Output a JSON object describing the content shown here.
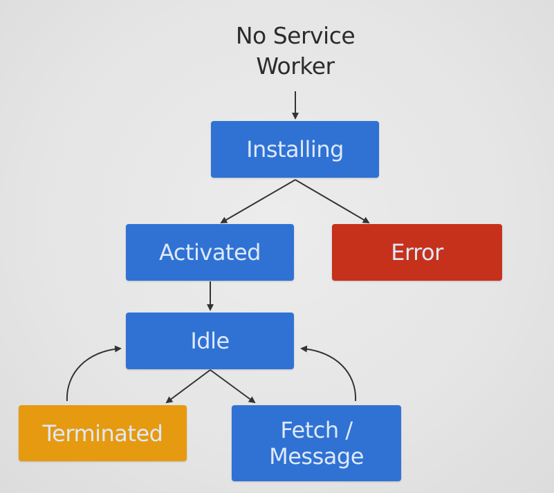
{
  "start_label": "No Service\nWorker",
  "nodes": {
    "installing": "Installing",
    "activated": "Activated",
    "error": "Error",
    "idle": "Idle",
    "terminated": "Terminated",
    "fetch_message": "Fetch /\nMessage"
  },
  "colors": {
    "state_blue": "#2f72d4",
    "error_red": "#c6311b",
    "terminated_orange": "#e69a10",
    "arrow": "#333333"
  }
}
